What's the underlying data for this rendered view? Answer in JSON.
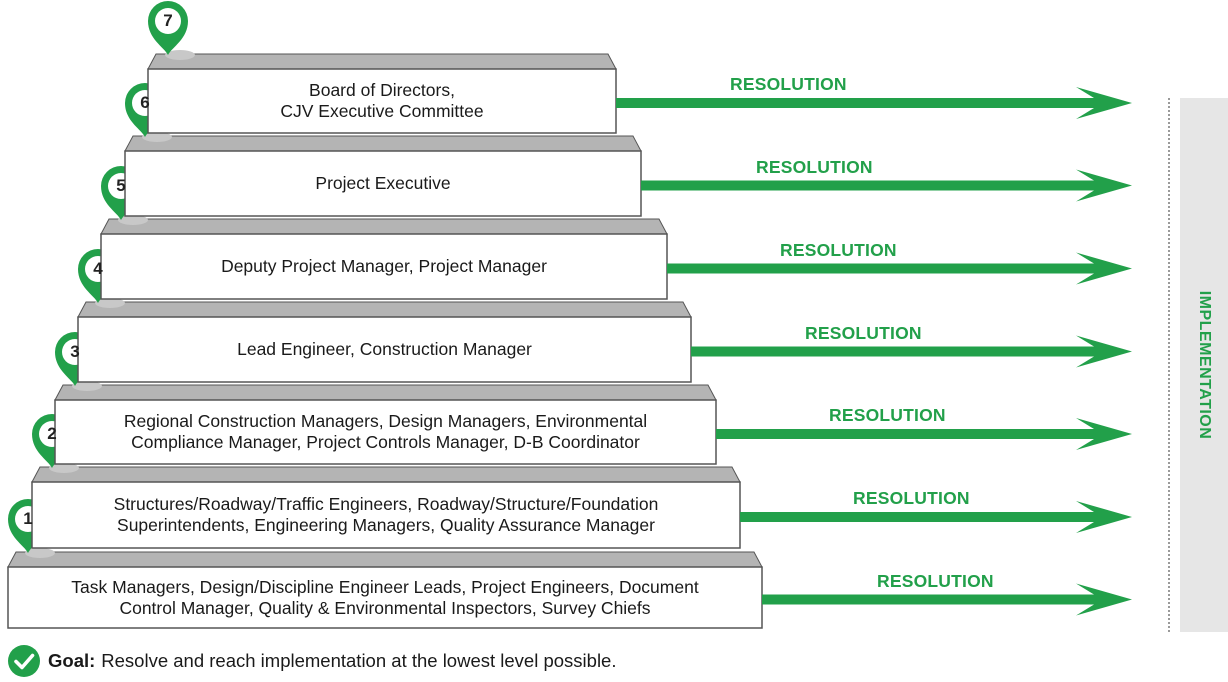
{
  "colors": {
    "green": "#22a04a",
    "step_face": "#ffffff",
    "step_top": "#b4b4b4",
    "panel": "#e6e6e6"
  },
  "steps": [
    {
      "number": "1",
      "text": "Task Managers, Design/Discipline Engineer Leads, Project Engineers, Document\nControl Manager, Quality & Environmental Inspectors, Survey Chiefs",
      "resolution": "RESOLUTION"
    },
    {
      "number": "2",
      "text": "Structures/Roadway/Traffic Engineers, Roadway/Structure/Foundation\nSuperintendents, Engineering Managers, Quality Assurance Manager",
      "resolution": "RESOLUTION"
    },
    {
      "number": "3",
      "text": "Regional Construction Managers, Design Managers, Environmental\nCompliance Manager, Project Controls Manager, D-B Coordinator",
      "resolution": "RESOLUTION"
    },
    {
      "number": "4",
      "text": "Lead Engineer, Construction Manager",
      "resolution": "RESOLUTION"
    },
    {
      "number": "5",
      "text": "Deputy Project Manager, Project Manager",
      "resolution": "RESOLUTION"
    },
    {
      "number": "6",
      "text": "Project Executive",
      "resolution": "RESOLUTION"
    },
    {
      "number": "7",
      "text": "Board of Directors,\nCJV Executive Committee",
      "resolution": "RESOLUTION"
    }
  ],
  "implementation_label": "IMPLEMENTATION",
  "goal": {
    "label": "Goal:",
    "text": "Resolve and reach implementation at the lowest level possible.",
    "icon": "checkmark-icon"
  }
}
